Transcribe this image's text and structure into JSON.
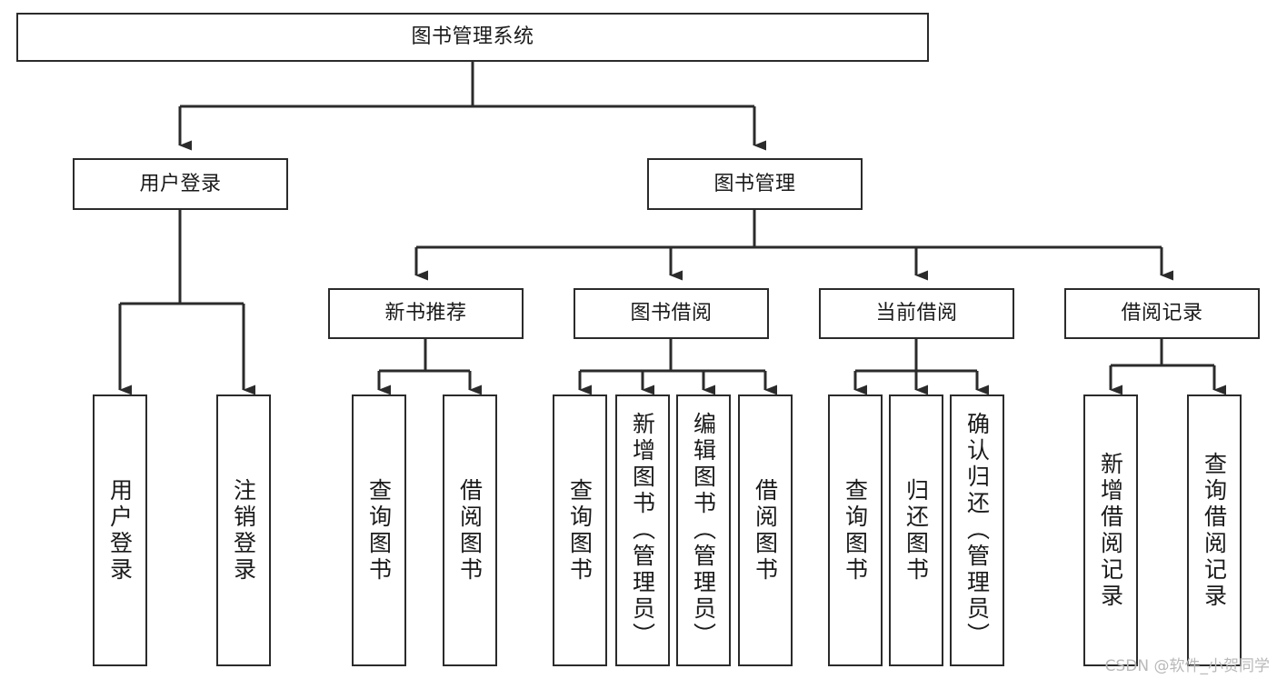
{
  "diagram": {
    "title": "图书管理系统",
    "type": "tree-hierarchy",
    "watermark": "CSDN @软件_小贺同学",
    "colors": {
      "box_border": "#2b2b2b",
      "box_fill": "#ffffff",
      "edge": "#2b2b2b",
      "text": "#1a1a1a",
      "watermark": "#b9b9b9",
      "background": "#ffffff"
    },
    "nodes": {
      "root": {
        "label": "图书管理系统"
      },
      "level2": [
        {
          "label": "用户登录"
        },
        {
          "label": "图书管理"
        }
      ],
      "level3": [
        {
          "label": "新书推荐"
        },
        {
          "label": "图书借阅"
        },
        {
          "label": "当前借阅"
        },
        {
          "label": "借阅记录"
        }
      ],
      "leaves": {
        "user_login": [
          {
            "label": "用户登录"
          },
          {
            "label": "注销登录"
          }
        ],
        "new_book_recommend": [
          {
            "label": "查询图书"
          },
          {
            "label": "借阅图书"
          }
        ],
        "book_borrow": [
          {
            "label": "查询图书"
          },
          {
            "label": "新增图书（管理员）"
          },
          {
            "label": "编辑图书（管理员）"
          },
          {
            "label": "借阅图书"
          }
        ],
        "current_borrow": [
          {
            "label": "查询图书"
          },
          {
            "label": "归还图书"
          },
          {
            "label": "确认归还（管理员）"
          }
        ],
        "borrow_record": [
          {
            "label": "新增借阅记录"
          },
          {
            "label": "查询借阅记录"
          }
        ]
      }
    }
  }
}
